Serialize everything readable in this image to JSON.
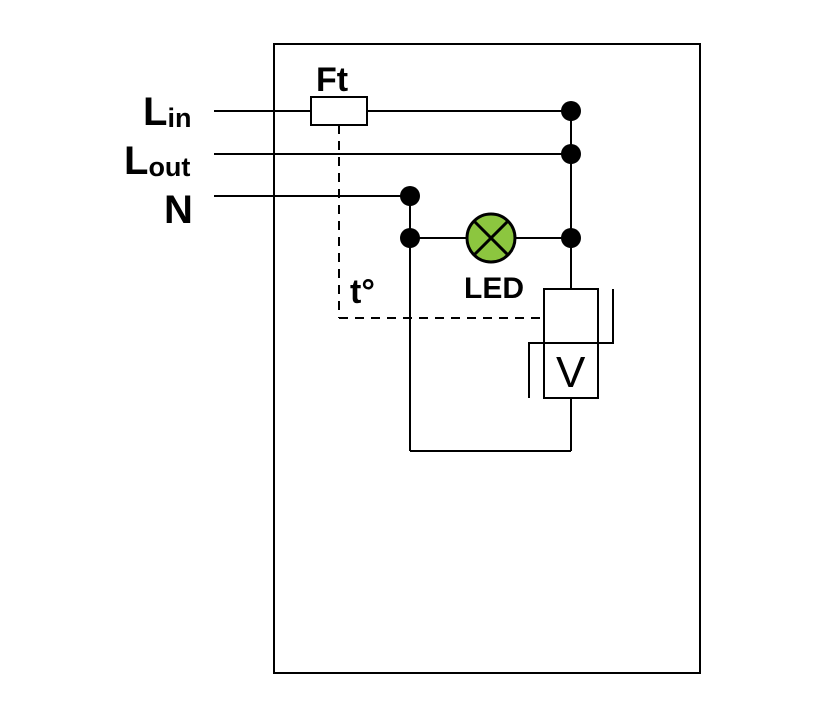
{
  "terminals": {
    "l_in": {
      "letter": "L",
      "subscript": "in"
    },
    "l_out": {
      "letter": "L",
      "subscript": "out"
    },
    "n": {
      "letter": "N"
    }
  },
  "fuse_label": "Ft",
  "thermal_label": "t°",
  "led": {
    "label": "LED",
    "color": "#8cc63f"
  },
  "voltmeter_label": "V",
  "colors": {
    "line": "#000000",
    "background": "#ffffff"
  }
}
